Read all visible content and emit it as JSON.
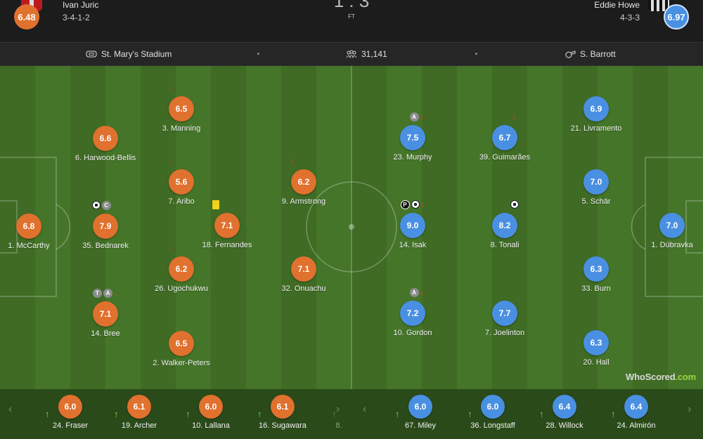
{
  "header": {
    "home": {
      "rating": "6.48",
      "manager": "Ivan Juric",
      "formation": "3-4-1-2"
    },
    "away": {
      "rating": "6.97",
      "manager": "Eddie Howe",
      "formation": "4-3-3"
    },
    "score": "1 : 3",
    "status": "FT"
  },
  "info": {
    "stadium": "St. Mary's Stadium",
    "attendance": "31,141",
    "referee": "S. Barrott"
  },
  "players": [
    {
      "id": "mccarthy",
      "team": "home",
      "rating": "6.8",
      "name": "1. McCarthy",
      "events": []
    },
    {
      "id": "harwood-bellis",
      "team": "home",
      "rating": "6.6",
      "name": "6. Harwood-Bellis",
      "events": []
    },
    {
      "id": "bednarek",
      "team": "home",
      "rating": "7.9",
      "name": "35. Bednarek",
      "events": [
        "goal",
        "C"
      ]
    },
    {
      "id": "bree",
      "team": "home",
      "rating": "7.1",
      "name": "14. Bree",
      "events": [
        "T",
        "A",
        "sub-off"
      ]
    },
    {
      "id": "manning",
      "team": "home",
      "rating": "6.5",
      "name": "3. Manning",
      "events": [
        "sub-off"
      ]
    },
    {
      "id": "aribo",
      "team": "home",
      "rating": "5.6",
      "name": "7. Aribo",
      "events": [
        "sub-off"
      ]
    },
    {
      "id": "ugochukwu",
      "team": "home",
      "rating": "6.2",
      "name": "26. Ugochukwu",
      "events": [
        "sub-off"
      ]
    },
    {
      "id": "walker-peters",
      "team": "home",
      "rating": "6.5",
      "name": "2. Walker-Peters",
      "events": []
    },
    {
      "id": "fernandes",
      "team": "home",
      "rating": "7.1",
      "name": "18. Fernandes",
      "events": [
        "yellow"
      ]
    },
    {
      "id": "armstrong",
      "team": "home",
      "rating": "6.2",
      "name": "9. Armstrong",
      "events": [
        "sub-off"
      ]
    },
    {
      "id": "onuachu",
      "team": "home",
      "rating": "7.1",
      "name": "32. Onuachu",
      "events": []
    },
    {
      "id": "murphy",
      "team": "away",
      "rating": "7.5",
      "name": "23. Murphy",
      "events": [
        "A",
        "sub-off"
      ]
    },
    {
      "id": "isak",
      "team": "away",
      "rating": "9.0",
      "name": "14. Isak",
      "events": [
        "P",
        "goal",
        "sub-off"
      ]
    },
    {
      "id": "gordon",
      "team": "away",
      "rating": "7.2",
      "name": "10. Gordon",
      "events": [
        "A",
        "sub-off"
      ]
    },
    {
      "id": "guimaraes",
      "team": "away",
      "rating": "6.7",
      "name": "39. Guimarães",
      "events": [
        "sub-off"
      ]
    },
    {
      "id": "tonali",
      "team": "away",
      "rating": "8.2",
      "name": "8. Tonali",
      "events": [
        "goal"
      ]
    },
    {
      "id": "joelinton",
      "team": "away",
      "rating": "7.7",
      "name": "7. Joelinton",
      "events": []
    },
    {
      "id": "livramento",
      "team": "away",
      "rating": "6.9",
      "name": "21. Livramento",
      "events": []
    },
    {
      "id": "schar",
      "team": "away",
      "rating": "7.0",
      "name": "5. Schär",
      "events": []
    },
    {
      "id": "burn",
      "team": "away",
      "rating": "6.3",
      "name": "33. Burn",
      "events": []
    },
    {
      "id": "hall",
      "team": "away",
      "rating": "6.3",
      "name": "20. Hall",
      "events": []
    },
    {
      "id": "dubravka",
      "team": "away",
      "rating": "7.0",
      "name": "1. Dúbravka",
      "events": []
    }
  ],
  "subs": [
    {
      "id": "fraser",
      "team": "home",
      "rating": "6.0",
      "name": "24. Fraser"
    },
    {
      "id": "archer",
      "team": "home",
      "rating": "6.1",
      "name": "19. Archer"
    },
    {
      "id": "lallana",
      "team": "home",
      "rating": "6.0",
      "name": "10. Lallana"
    },
    {
      "id": "sugawara",
      "team": "home",
      "rating": "6.1",
      "name": "16. Sugawara"
    },
    {
      "id": "partial",
      "team": "home",
      "rating": "",
      "name": "8. "
    },
    {
      "id": "miley",
      "team": "away",
      "rating": "6.0",
      "name": "67. Miley"
    },
    {
      "id": "longstaff",
      "team": "away",
      "rating": "6.0",
      "name": "36. Longstaff"
    },
    {
      "id": "willock",
      "team": "away",
      "rating": "6.4",
      "name": "28. Willock"
    },
    {
      "id": "almiron",
      "team": "away",
      "rating": "6.4",
      "name": "24. Almirón"
    }
  ],
  "branding": {
    "logo_text": "WhoScored",
    "logo_suffix": ".com"
  },
  "colors": {
    "home": "#e0712e",
    "away": "#4a90e2",
    "pitch": "#457529"
  },
  "icons": {
    "stadium": "stadium-icon",
    "attendance": "crowd-icon",
    "referee": "whistle-icon"
  }
}
